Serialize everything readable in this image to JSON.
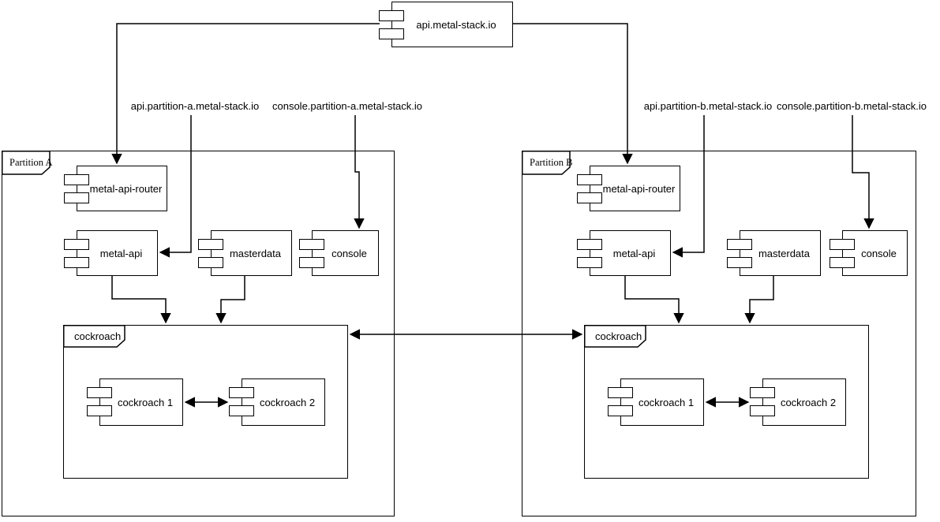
{
  "root_component": {
    "label": "api.metal-stack.io"
  },
  "dns_labels": {
    "api_a": "api.partition-a.metal-stack.io",
    "console_a": "console.partition-a.metal-stack.io",
    "api_b": "api.partition-b.metal-stack.io",
    "console_b": "console.partition-b.metal-stack.io"
  },
  "partitions": {
    "a": {
      "label": "Partition A",
      "router": "metal-api-router",
      "api": "metal-api",
      "masterdata": "masterdata",
      "console": "console",
      "cockroach": {
        "label": "cockroach",
        "node1": "cockroach 1",
        "node2": "cockroach 2"
      }
    },
    "b": {
      "label": "Partition B",
      "router": "metal-api-router",
      "api": "metal-api",
      "masterdata": "masterdata",
      "console": "console",
      "cockroach": {
        "label": "cockroach",
        "node1": "cockroach 1",
        "node2": "cockroach 2"
      }
    }
  },
  "colors": {
    "stroke": "#000000",
    "fill": "#ffffff"
  }
}
